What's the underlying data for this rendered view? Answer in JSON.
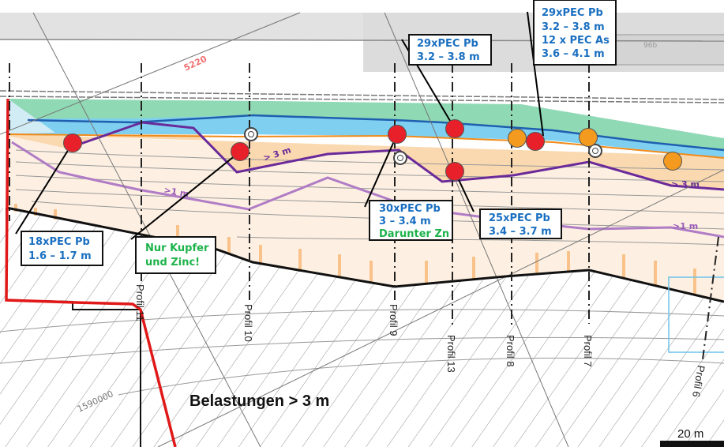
{
  "map": {
    "parcel_number": "5220",
    "coordinate_label": "1590000",
    "building_label": "96b",
    "heading": "Belastungen > 3 m",
    "scale_label": "20 m",
    "zone_labels": {
      "gt3m_left": "> 3 m",
      "gt3m_right": "> 3 m",
      "gt1m_left": ">1 m",
      "gt1m_right": ">1 m"
    },
    "profiles": [
      "Profil 11",
      "Profil 10",
      "Profil 9",
      "Profil 13",
      "Profil 8",
      "Profil 7",
      "Profil 6"
    ],
    "callouts": [
      {
        "lines": [
          "18xPEC Pb",
          "1.6 – 1.7 m"
        ]
      },
      {
        "lines": [
          "Nur Kupfer",
          "und Zinc!"
        ]
      },
      {
        "lines": [
          "30xPEC Pb",
          "3 – 3.4 m",
          "Darunter Zn"
        ]
      },
      {
        "lines": [
          "29xPEC Pb",
          "3.2 – 3.8 m"
        ]
      },
      {
        "lines": [
          "25xPEC Pb",
          "3.4 – 3.7 m"
        ]
      },
      {
        "lines": [
          "29xPEC Pb",
          "3.2 – 3.8 m",
          "12 x PEC As",
          "3.6 – 4.1 m"
        ]
      }
    ],
    "colors": {
      "red_sample": "#e8202a",
      "orange_sample": "#f39a1f",
      "green_zone": "#8fd9b4",
      "blue_zone": "#7fd0f0",
      "gt3m_line": "#6a2a9a",
      "gt1m_line": "#b07cc6",
      "boundary": "#e01818",
      "callout_text": "#1a6fc0",
      "callout_green": "#1db34a"
    }
  }
}
